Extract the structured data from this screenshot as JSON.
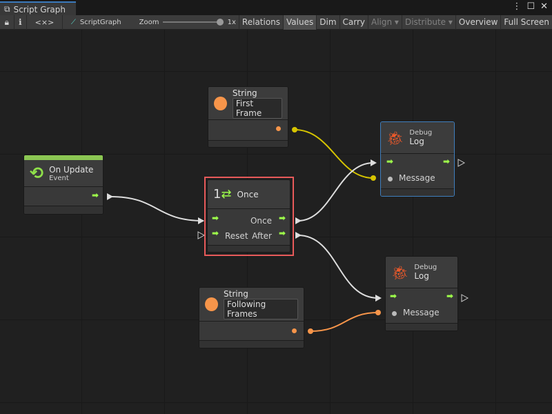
{
  "window": {
    "tab_title": "Script Graph",
    "menu_icon": "kebab-icon",
    "maximize_icon": "maximize-icon",
    "close_icon": "close-icon"
  },
  "toolbar": {
    "graph_name": "ScriptGraph",
    "zoom_label": "Zoom",
    "zoom_value": "1x",
    "zoom_level": 1.0,
    "source_icon": "<×>",
    "buttons": [
      "Relations",
      "Values",
      "Dim",
      "Carry",
      "Align ▾",
      "Distribute ▾",
      "Overview",
      "Full Screen"
    ],
    "active": "Values"
  },
  "nodes": {
    "string1": {
      "title": "String",
      "value": "First Frame"
    },
    "debug1": {
      "category": "Debug",
      "title": "Log",
      "port": "Message"
    },
    "onupdate": {
      "title": "On Update",
      "sub": "Event"
    },
    "once": {
      "title": "Once",
      "badge": "1",
      "out1": "Once",
      "in2": "Reset",
      "out2": "After"
    },
    "debug2": {
      "category": "Debug",
      "title": "Log",
      "port": "Message"
    },
    "string2": {
      "title": "String",
      "value": "Following Frames"
    }
  },
  "colors": {
    "flow": "#9eff4a",
    "string": "#f7954a",
    "selected": "#e85a5a",
    "debug_selected": "#3f7fbf",
    "event_bar": "#8bc653",
    "yellow_edge": "#d6c400"
  }
}
